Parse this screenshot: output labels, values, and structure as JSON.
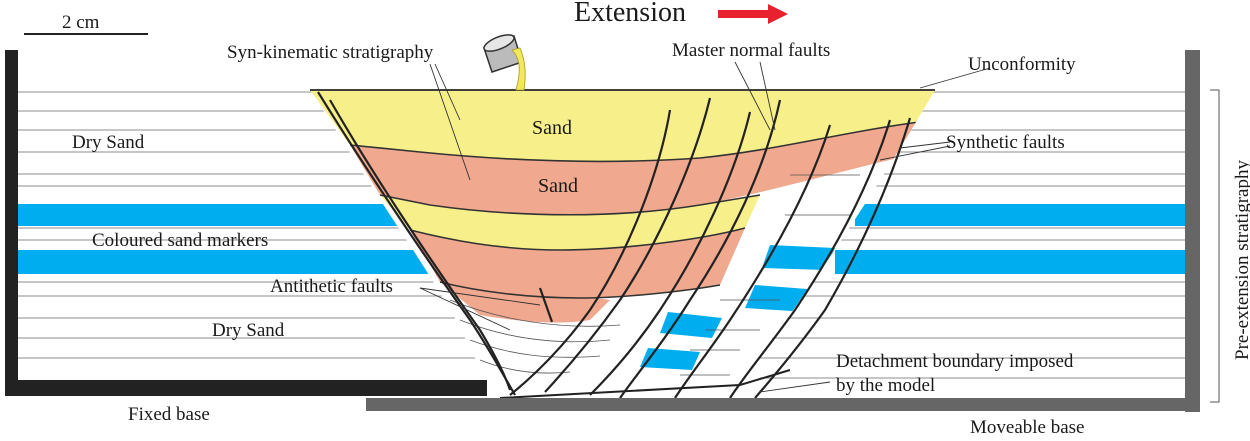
{
  "scale_bar": {
    "label": "2 cm"
  },
  "title": {
    "text": "Extension"
  },
  "labels": {
    "syn_kinematic": "Syn-kinematic stratigraphy",
    "master_faults": "Master normal faults",
    "unconformity": "Unconformity",
    "synthetic_faults": "Synthetic faults",
    "dry_sand_top": "Dry Sand",
    "coloured_markers": "Coloured sand markers",
    "antithetic_faults": "Antithetic faults",
    "dry_sand_bottom": "Dry Sand",
    "sand_upper": "Sand",
    "sand_lower": "Sand",
    "detachment_line1": "Detachment boundary imposed",
    "detachment_line2": "by the model",
    "fixed_base": "Fixed base",
    "moveable_base": "Moveable base",
    "pre_extension": "Pre-extension stratigraphy"
  },
  "colors": {
    "syn_yellow": "#f7ef8a",
    "syn_salmon": "#f0a88e",
    "marker_blue": "#00aeef",
    "arrow_red": "#e8212e",
    "base_dark": "#222222",
    "base_gray": "#666666"
  }
}
